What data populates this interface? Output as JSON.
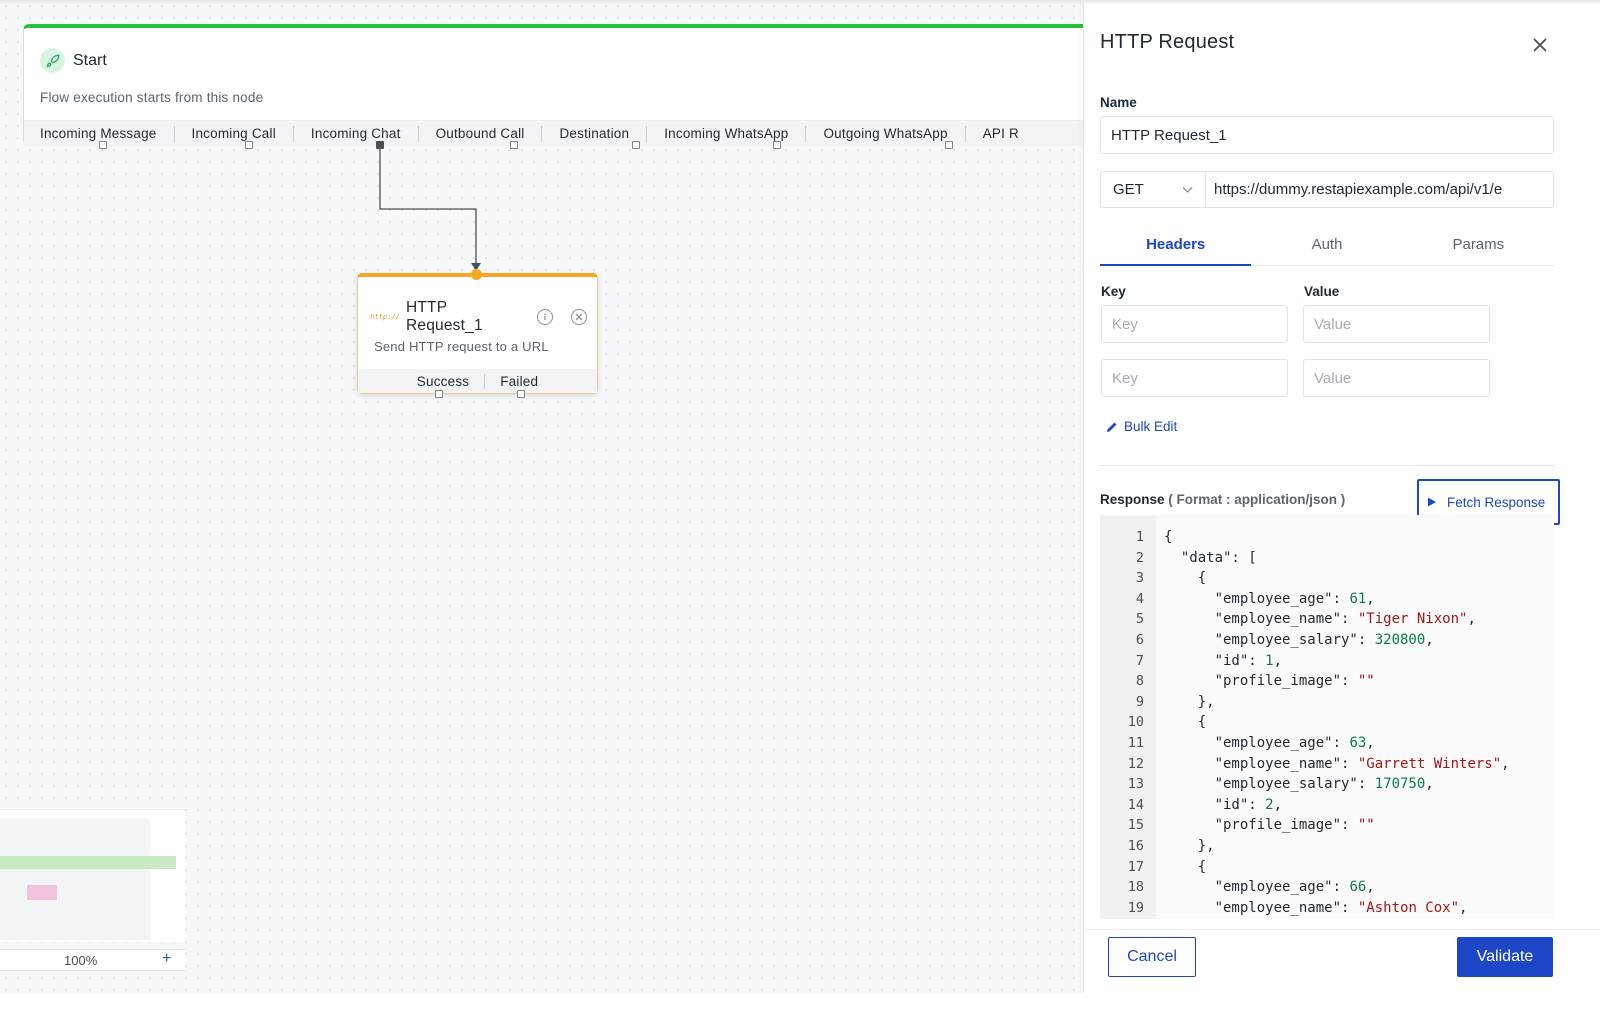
{
  "start_node": {
    "title": "Start",
    "description": "Flow execution starts from this node",
    "ports": [
      "Incoming Message",
      "Incoming Call",
      "Incoming Chat",
      "Outbound Call",
      "Destination",
      "Incoming WhatsApp",
      "Outgoing WhatsApp",
      "API R"
    ]
  },
  "http_node": {
    "logo": "http://",
    "title": "HTTP Request_1",
    "description": "Send HTTP request to a URL",
    "ports": [
      "Success",
      "Failed"
    ]
  },
  "minimap": {
    "zoom": "100%",
    "zoom_in": "+"
  },
  "panel": {
    "title": "HTTP Request",
    "name_label": "Name",
    "name_value": "HTTP Request_1",
    "method": "GET",
    "url": "https://dummy.restapiexample.com/api/v1/e",
    "tabs": [
      "Headers",
      "Auth",
      "Params"
    ],
    "active_tab": "Headers",
    "key_label": "Key",
    "value_label": "Value",
    "key_placeholder": "Key",
    "value_placeholder": "Value",
    "bulk_edit": "Bulk Edit",
    "response_label": "Response",
    "response_format": "( Format : application/json )",
    "fetch_button": "Fetch Response",
    "cancel_button": "Cancel",
    "validate_button": "Validate"
  },
  "response_lines": [
    "{",
    "  \"data\": [",
    "    {",
    "      \"employee_age\": 61,",
    "      \"employee_name\": \"Tiger Nixon\",",
    "      \"employee_salary\": 320800,",
    "      \"id\": 1,",
    "      \"profile_image\": \"\"",
    "    },",
    "    {",
    "      \"employee_age\": 63,",
    "      \"employee_name\": \"Garrett Winters\",",
    "      \"employee_salary\": 170750,",
    "      \"id\": 2,",
    "      \"profile_image\": \"\"",
    "    },",
    "    {",
    "      \"employee_age\": 66,",
    "      \"employee_name\": \"Ashton Cox\","
  ],
  "colors": {
    "accent": "#1d47c7",
    "start_green": "#27c03b",
    "http_orange": "#f5a623",
    "string": "#a31515",
    "number": "#0b7a4b"
  },
  "icons": {
    "start": "rocket-icon",
    "info": "info-icon",
    "remove": "close-circle-icon",
    "close": "close-icon",
    "chevron": "chevron-down-icon",
    "edit": "pencil-icon",
    "play": "play-icon"
  }
}
